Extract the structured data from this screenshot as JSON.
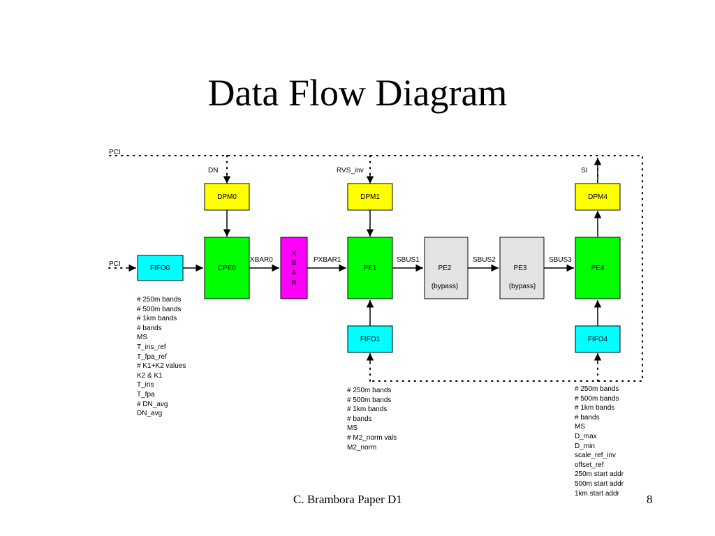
{
  "slide": {
    "title": "Data Flow Diagram",
    "footer_author": "C. Brambora Paper D1",
    "page_number": "8"
  },
  "diagram": {
    "bus_labels": {
      "pci_top": "PCI",
      "pci_left": "PCI",
      "dn": "DN",
      "rvs_inv": "RVS_inv",
      "si": "SI"
    },
    "blocks": {
      "dpm0": "DPM0",
      "dpm1": "DPM1",
      "dpm4": "DPM4",
      "fifo0": "FIFO0",
      "cpe0": "CPE0",
      "xbar": [
        "X",
        "B",
        "A",
        "R"
      ],
      "pe1": "PE1",
      "pe2": "PE2",
      "pe2_note": "(bypass)",
      "pe3": "PE3",
      "pe3_note": "(bypass)",
      "pe4": "PE4",
      "fifo1": "FIFO1",
      "fifo4": "FIFO4"
    },
    "links": {
      "xbar0": "XBAR0",
      "pxbar1": "PXBAR1",
      "sbus1": "SBUS1",
      "sbus2": "SBUS2",
      "sbus3": "SBUS3"
    },
    "colors": {
      "dpm": "#ffff00",
      "fifo": "#00ffff",
      "pe": "#00ff00",
      "xbar": "#ff00ff",
      "bypass": "#e3e3e3"
    }
  },
  "notes": {
    "fifo0": [
      "# 250m bands",
      "# 500m bands",
      "# 1km bands",
      "# bands",
      "MS",
      "T_ins_ref",
      "T_fpa_ref",
      "# K1+K2 values",
      "K2 & K1",
      "T_ins",
      "T_fpa",
      "# DN_avg",
      "DN_avg"
    ],
    "fifo1": [
      "# 250m bands",
      "# 500m bands",
      "# 1km bands",
      "# bands",
      "MS",
      "# M2_norm vals",
      "M2_norm"
    ],
    "fifo4": [
      "# 250m bands",
      "# 500m bands",
      "# 1km bands",
      "# bands",
      "MS",
      "D_max",
      "D_min",
      "scale_ref_inv",
      "offset_ref",
      "250m start addr",
      "500m start addr",
      "1km start addr"
    ]
  }
}
